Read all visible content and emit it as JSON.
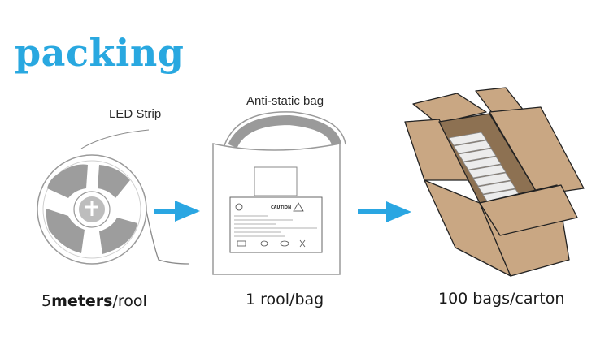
{
  "title": "packing",
  "colors": {
    "title": "#29a8e0",
    "arrow": "#2aa6e2",
    "reel": "#9a9a9a",
    "box": "#c9a783"
  },
  "labels": {
    "led_strip": "LED Strip",
    "antistatic_bag": "Anti-static bag"
  },
  "captions": {
    "reel_prefix": "5",
    "reel_bold": "meters",
    "reel_suffix": "/rool",
    "bag": "1 rool/bag",
    "carton": "100 bags/carton"
  },
  "bag_label": {
    "heading": "CAUTION"
  },
  "icons": [
    "led-reel-icon",
    "arrow-right-icon",
    "antistatic-bag-icon",
    "carton-box-icon"
  ]
}
